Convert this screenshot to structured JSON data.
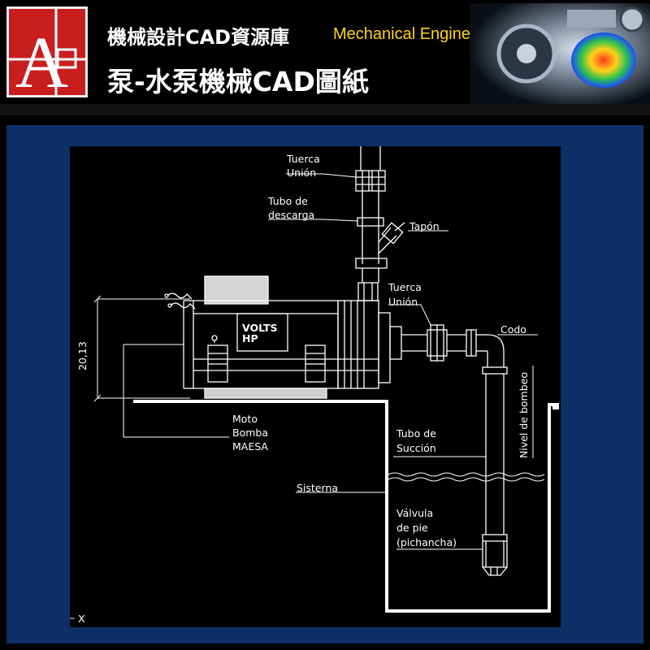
{
  "header": {
    "title_zh": "機械設計CAD資源庫",
    "title_en": "Mechanical Engineering",
    "subtitle": "泵-水泵機械CAD圖紙",
    "logo_letter": "A"
  },
  "drawing": {
    "labels": {
      "tuerca_union_top_1": "Tuerca",
      "tuerca_union_top_2": "Unión",
      "tubo_descarga_1": "Tubo de",
      "tubo_descarga_2": "descarga",
      "tapon": "Tapón",
      "tuerca_union_mid_1": "Tuerca",
      "tuerca_union_mid_2": "Unión",
      "codo": "Codo",
      "nivel_bombeo": "Nivel de bombeo",
      "volts": "VOLTS",
      "hp": "HP",
      "dimension": "20,13",
      "moto_1": "Moto",
      "moto_2": "Bomba",
      "moto_3": "MAESA",
      "tubo_succion_1": "Tubo de",
      "tubo_succion_2": "Succión",
      "sisterna": "Sisterna",
      "valvula_1": "Válvula",
      "valvula_2": "de pie",
      "valvula_3": "(pichancha)",
      "axis_marker": "X"
    }
  },
  "colors": {
    "logo_red": "#c81e1e",
    "accent_yellow": "#ffd21a",
    "frame_blue": "#0d3066",
    "cad_background": "#000000",
    "cad_lines": "#ffffff"
  }
}
